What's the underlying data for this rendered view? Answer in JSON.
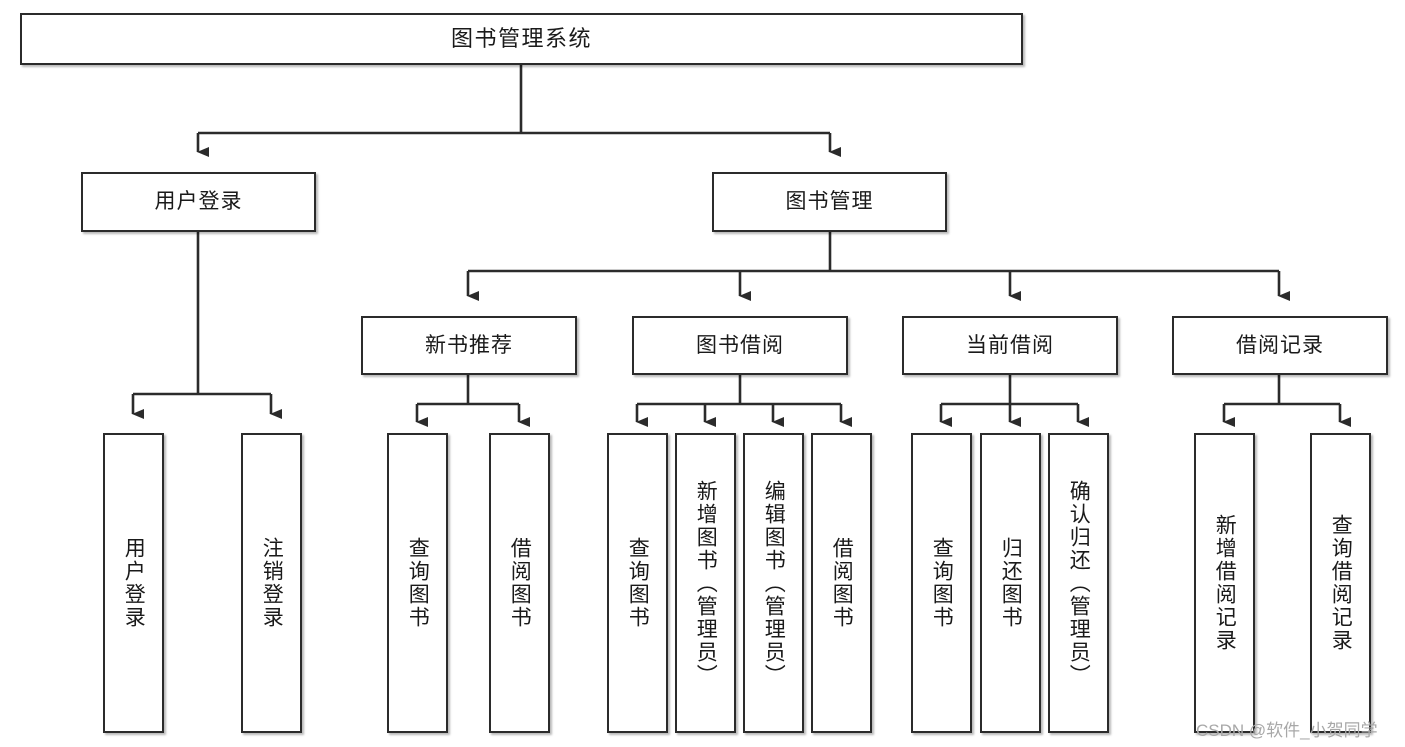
{
  "diagram": {
    "title": "图书管理系统",
    "type": "tree-hierarchy",
    "orientation": "top-down",
    "colors": {
      "box_border": "#2b2b2b",
      "box_fill": "#ffffff",
      "connector": "#2b2b2b",
      "text": "#1a1a1a",
      "watermark": "#a8a8a8",
      "background": "#ffffff"
    }
  },
  "nodes": {
    "root": {
      "label": "图书管理系统"
    },
    "level2": [
      {
        "id": "user-login",
        "label": "用户登录"
      },
      {
        "id": "book-manage",
        "label": "图书管理"
      }
    ],
    "level3": [
      {
        "id": "new-book-recommend",
        "label": "新书推荐"
      },
      {
        "id": "book-borrow",
        "label": "图书借阅"
      },
      {
        "id": "current-borrow",
        "label": "当前借阅"
      },
      {
        "id": "borrow-record",
        "label": "借阅记录"
      }
    ],
    "leaves": {
      "user-login": [
        {
          "id": "leaf-user-login",
          "label": "用户登录"
        },
        {
          "id": "leaf-logout",
          "label": "注销登录"
        }
      ],
      "new-book-recommend": [
        {
          "id": "leaf-query-book-1",
          "label": "查询图书"
        },
        {
          "id": "leaf-borrow-book-1",
          "label": "借阅图书"
        }
      ],
      "book-borrow": [
        {
          "id": "leaf-query-book-2",
          "label": "查询图书"
        },
        {
          "id": "leaf-add-book",
          "label": "新增图书（管理员）"
        },
        {
          "id": "leaf-edit-book",
          "label": "编辑图书（管理员）"
        },
        {
          "id": "leaf-borrow-book-2",
          "label": "借阅图书"
        }
      ],
      "current-borrow": [
        {
          "id": "leaf-query-book-3",
          "label": "查询图书"
        },
        {
          "id": "leaf-return-book",
          "label": "归还图书"
        },
        {
          "id": "leaf-confirm-return",
          "label": "确认归还（管理员）"
        }
      ],
      "borrow-record": [
        {
          "id": "leaf-add-record",
          "label": "新增借阅记录"
        },
        {
          "id": "leaf-query-record",
          "label": "查询借阅记录"
        }
      ]
    }
  },
  "watermark": {
    "text": "CSDN @软件_小贺同学"
  }
}
